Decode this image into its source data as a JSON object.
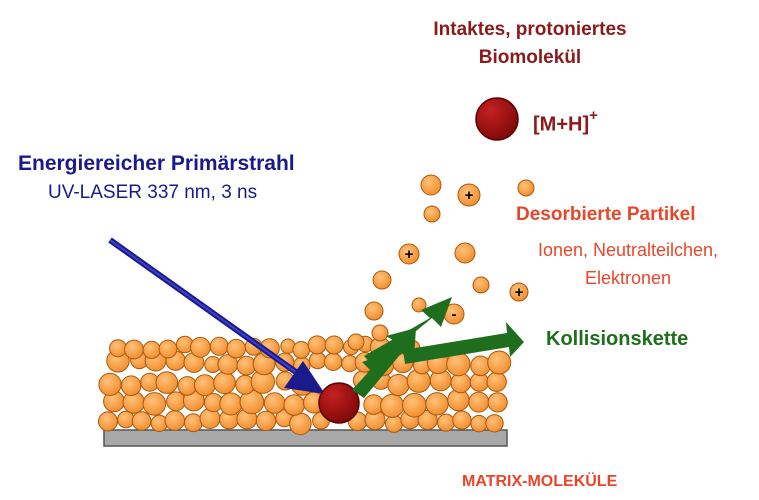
{
  "colors": {
    "title_red": "#8b1a1a",
    "laser_blue": "#1a1a8c",
    "accent_red": "#e8462a",
    "green": "#1e6e1e",
    "particle_orange": "#f89b3c",
    "analyte_red": "#a50f0f",
    "plate_gray": "#a8a8a8"
  },
  "labels": {
    "biomolecule_line1": "Intaktes, protoniertes",
    "biomolecule_line2": "Biomolekül",
    "ion_formula": "[M+H]",
    "ion_charge": "+",
    "laser_title": "Energiereicher Primärstrahl",
    "laser_subtitle": "UV-LASER 337 nm, 3 ns",
    "desorbed_title": "Desorbierte Partikel",
    "desorbed_line1": "Ionen, Neutralteilchen,",
    "desorbed_line2": "Elektronen",
    "collision_chain": "Kollisionskette",
    "matrix_label": "MATRIX-MOLEKÜLE"
  },
  "particle_symbols": {
    "plus": "+",
    "minus": "-"
  },
  "icons": {
    "laser_beam": "arrow-icon",
    "collision": "arrow-icon",
    "analyte": "sphere-icon"
  }
}
